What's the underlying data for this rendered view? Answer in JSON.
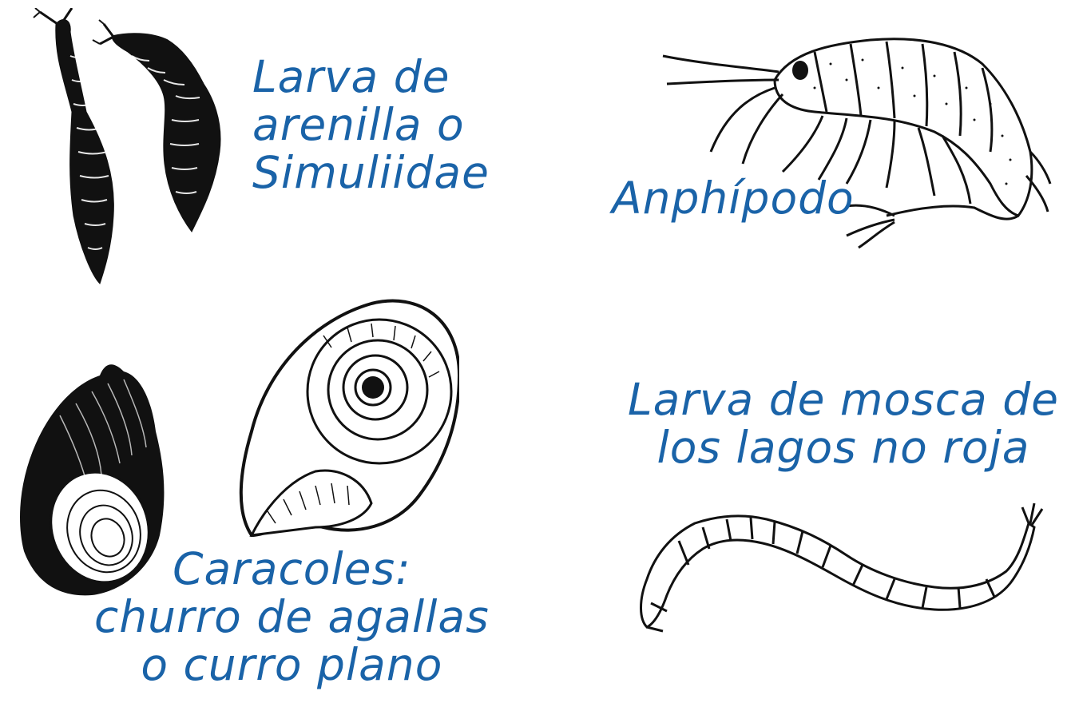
{
  "labels": {
    "simuliidae": [
      "Larva de",
      "arenilla o",
      "Simuliidae"
    ],
    "amphipod": [
      "Anphípodo"
    ],
    "snails": [
      "Caracoles:",
      "churro de agallas",
      "o curro plano"
    ],
    "midge": [
      "Larva de mosca de",
      "los lagos no roja"
    ]
  },
  "colors": {
    "label": "#1a63a8",
    "ink": "#111111"
  }
}
